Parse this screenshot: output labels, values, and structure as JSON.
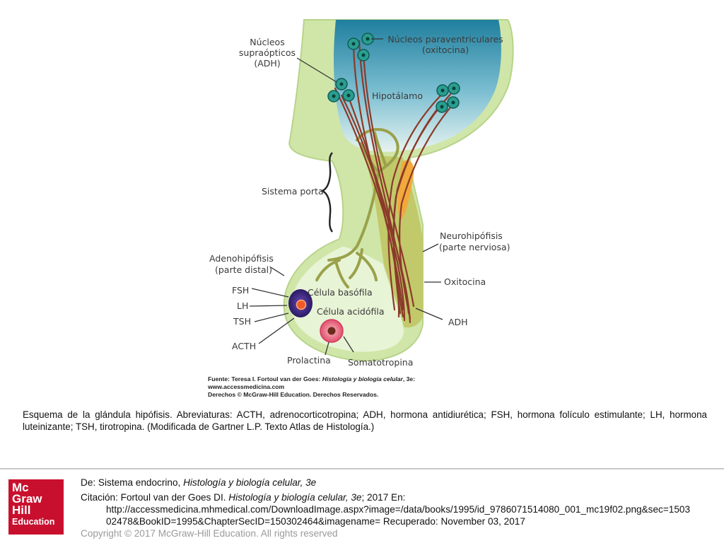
{
  "figure": {
    "labels": {
      "supraopticos": [
        "Núcleos",
        "supraópticos",
        "(ADH)"
      ],
      "paraventriculares": [
        "Núcleos paraventriculares",
        "(oxitocina)"
      ],
      "hipotalamo": "Hipotálamo",
      "sistema_porta": "Sistema porta",
      "neurohipofisis": [
        "Neurohipófisis",
        "(parte nerviosa)"
      ],
      "adenohipofisis": [
        "Adenohipófisis",
        "(parte distal)"
      ],
      "oxitocina": "Oxitocina",
      "fsh": "FSH",
      "lh": "LH",
      "tsh": "TSH",
      "acth": "ACTH",
      "celula_basofila": "Célula basófila",
      "celula_acidofila": "Célula acidófila",
      "adh": "ADH",
      "prolactina": "Prolactina",
      "somatotropina": "Somatotropina"
    },
    "source": {
      "fuente_prefix": "Fuente: Teresa I. Fortoul van der Goes: ",
      "fuente_title": "Histología y biología celular",
      "fuente_suffix": ", 3e:",
      "url": "www.accessmedicina.com",
      "derechos": "Derechos © McGraw-Hill Education. Derechos Reservados."
    },
    "colors": {
      "hypothalamus_blue": "#2d8ba8",
      "gland_green": "#cfe6a8",
      "neuro_olive": "#c2c96a",
      "axon_brown": "#8b3a2a",
      "portal_olive": "#9aa14a",
      "orange": "#f2a93b",
      "basophil": "#3b2a7a",
      "acidophil": "#e8637a"
    }
  },
  "caption": "Esquema de la glándula hipófisis. Abreviaturas: ACTH, adrenocorticotropina; ADH, hormona antidiurética; FSH, hormona folículo estimulante; LH, hormona luteinizante; TSH, tirotropina. (Modificada de Gartner L.P. Texto Atlas de Histología.)",
  "footer": {
    "de_prefix": "De: Sistema endocrino, ",
    "de_book": "Histología y biología celular, 3e",
    "cit_prefix": "Citación: Fortoul van der Goes DI. ",
    "cit_book": "Histología y biología celular, 3e",
    "cit_suffix": "; 2017 En:",
    "url_line1": "http://accessmedicina.mhmedical.com/DownloadImage.aspx?image=/data/books/1995/id_9786071514080_001_mc19f02.png&sec=1503",
    "url_line2": "02478&BookID=1995&ChapterSecID=150302464&imagename= Recuperado: November 03, 2017",
    "copyright": "Copyright © 2017 McGraw-Hill Education. All rights reserved"
  },
  "logo": {
    "l1": "Mc",
    "l2": "Graw",
    "l3": "Hill",
    "l4": "Education"
  }
}
